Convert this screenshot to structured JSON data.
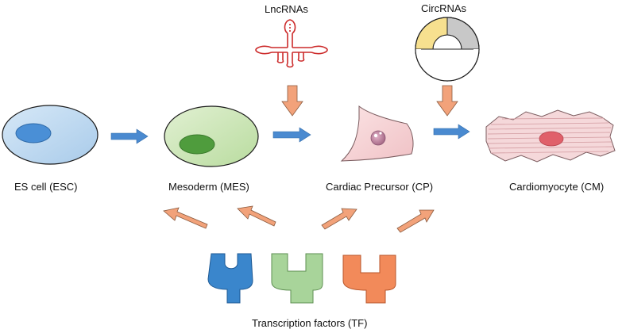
{
  "stages": [
    {
      "label": "ES cell (ESC)"
    },
    {
      "label": "Mesoderm (MES)"
    },
    {
      "label": "Cardiac Precursor (CP)"
    },
    {
      "label": "Cardiomyocyte (CM)"
    }
  ],
  "regulators": {
    "lncrna": {
      "label": "LncRNAs"
    },
    "circrna": {
      "label": "CircRNAs"
    },
    "tf": {
      "label": "Transcription factors (TF)"
    }
  },
  "colors": {
    "esc_cell": "#b8d6ef",
    "esc_nucleus": "#4a8fd6",
    "mes_cell": "#cde6b7",
    "mes_nucleus": "#4f9c3d",
    "cp_cell": "#f6d0d2",
    "cp_nucleus": "#c98aa8",
    "cm_cell": "#f5d8da",
    "cm_nucleus": "#e0606a",
    "blue_arrow": "#4a8ad0",
    "orange_arrow": "#f2a27a",
    "lncrna": "#cc2a2a",
    "circ_yellow": "#f7e08f",
    "circ_gray": "#c8c8c8",
    "tf_blue": "#3a86cc",
    "tf_green": "#a8d49a",
    "tf_orange": "#f28a5a"
  }
}
